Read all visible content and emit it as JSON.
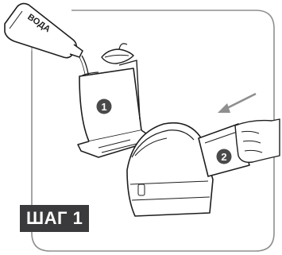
{
  "bottle_label": "ВОДА",
  "step_tag": "ШАГ 1",
  "callouts": [
    {
      "number": "1"
    },
    {
      "number": "2"
    }
  ],
  "colors": {
    "frame": "#8f8f8f",
    "ink": "#1e1e1e",
    "tag_bg": "#3a3a3c",
    "badge_bg": "#4a4a4a",
    "tag_text": "#ffffff"
  }
}
